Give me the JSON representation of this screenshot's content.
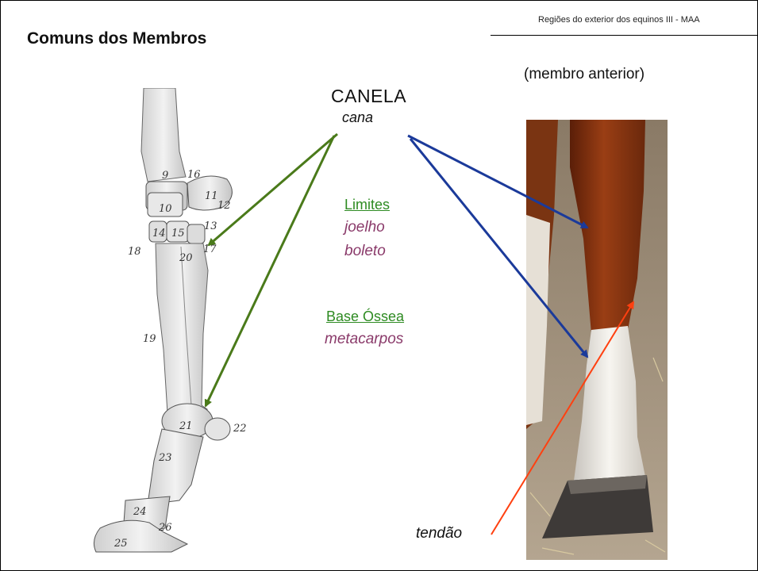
{
  "header": {
    "text": "Regiões do exterior dos equinos  III  -  MAA"
  },
  "title": "Comuns dos Membros",
  "subtitle": "(membro anterior)",
  "term": {
    "name": "CANELA",
    "latin": "cana"
  },
  "limits": {
    "heading": "Limites",
    "items": [
      "joelho",
      "boleto"
    ]
  },
  "bone_base": {
    "heading": "Base Óssea",
    "items": [
      "metacarpos"
    ]
  },
  "photo_label": "tendão",
  "diagram_numbers": [
    "9",
    "16",
    "11",
    "12",
    "10",
    "13",
    "14",
    "15",
    "17",
    "18",
    "20",
    "19",
    "21",
    "22",
    "23",
    "24",
    "26",
    "25"
  ],
  "colors": {
    "green_arrow": "#4a7a1a",
    "blue_arrow": "#1b3a9a",
    "red_arrow": "#ff4010",
    "heading_green": "#2e8b22",
    "item_purple": "#8a3a6a"
  }
}
